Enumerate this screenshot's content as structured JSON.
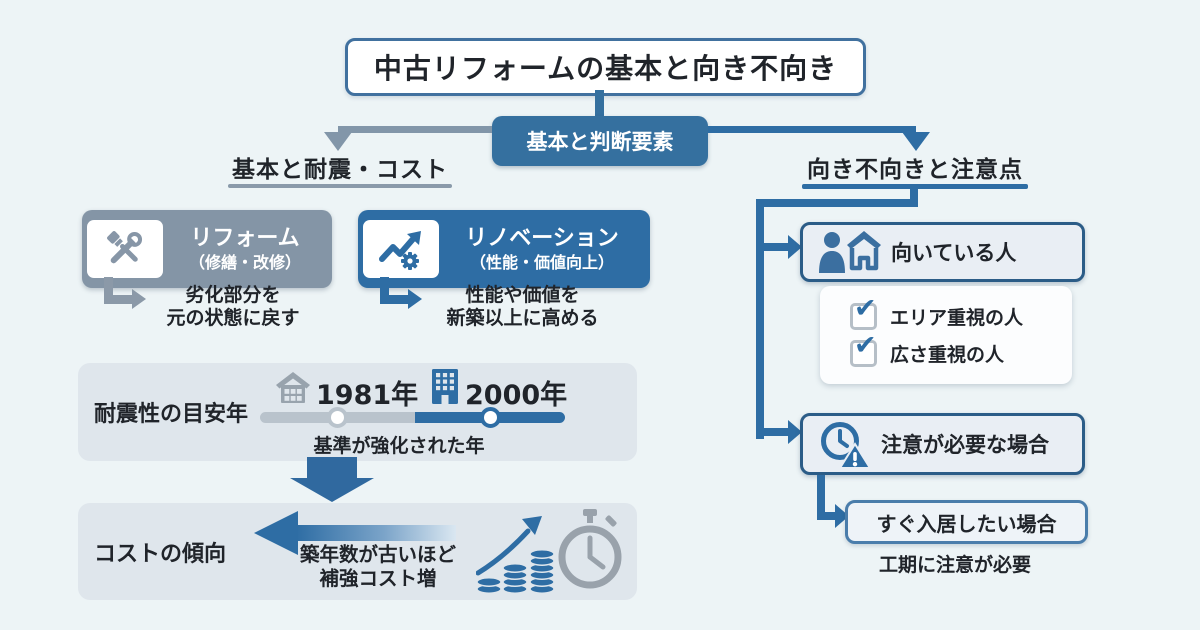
{
  "colors": {
    "bg": "#edf4f6",
    "ink": "#20242a",
    "blue": "#2e6da4",
    "steel": "#35709f",
    "slate": "#8495a6",
    "grayline": "#8296a9",
    "panel": "#dfe6ec",
    "boxbg": "#e9eef4",
    "boxborder": "#2b5c87",
    "track": "#b9c3cc",
    "icongray": "#8b99a8",
    "white": "#ffffff"
  },
  "title": "中古リフォームの基本と向き不向き",
  "hub_label": "基本と判断要素",
  "left_column": {
    "heading": "基本と耐震・コスト",
    "reform": {
      "icon": "brush-wrench-icon",
      "label": "リフォーム",
      "sub_label": "（修繕・改修）",
      "desc_line1": "劣化部分を",
      "desc_line2": "元の状態に戻す"
    },
    "renovation": {
      "icon": "trend-gear-icon",
      "label": "リノベーション",
      "sub_label": "（性能・価値向上）",
      "desc_line1": "性能や価値を",
      "desc_line2": "新築以上に高める"
    },
    "seismic_panel": {
      "label": "耐震性の目安年",
      "milestones": [
        {
          "icon": "house-icon",
          "year": "1981年"
        },
        {
          "icon": "building-icon",
          "year": "2000年"
        }
      ],
      "caption": "基準が強化された年"
    },
    "cost_panel": {
      "label": "コストの傾向",
      "desc_line1": "築年数が古いほど",
      "desc_line2": "補強コスト増",
      "icons": [
        "coins-rising-icon",
        "stopwatch-icon"
      ]
    }
  },
  "right_column": {
    "heading": "向き不向きと注意点",
    "suited_box": {
      "icon": "person-house-icon",
      "label": "向いている人"
    },
    "checklist": [
      {
        "icon": "checkbox-checked-icon",
        "label": "エリア重視の人"
      },
      {
        "icon": "checkbox-checked-icon",
        "label": "広さ重視の人"
      }
    ],
    "caution_box": {
      "icon": "clock-warning-icon",
      "label": "注意が必要な場合"
    },
    "urgent_box": {
      "label": "すぐ入居したい場合"
    },
    "urgent_note": "工期に注意が必要"
  }
}
